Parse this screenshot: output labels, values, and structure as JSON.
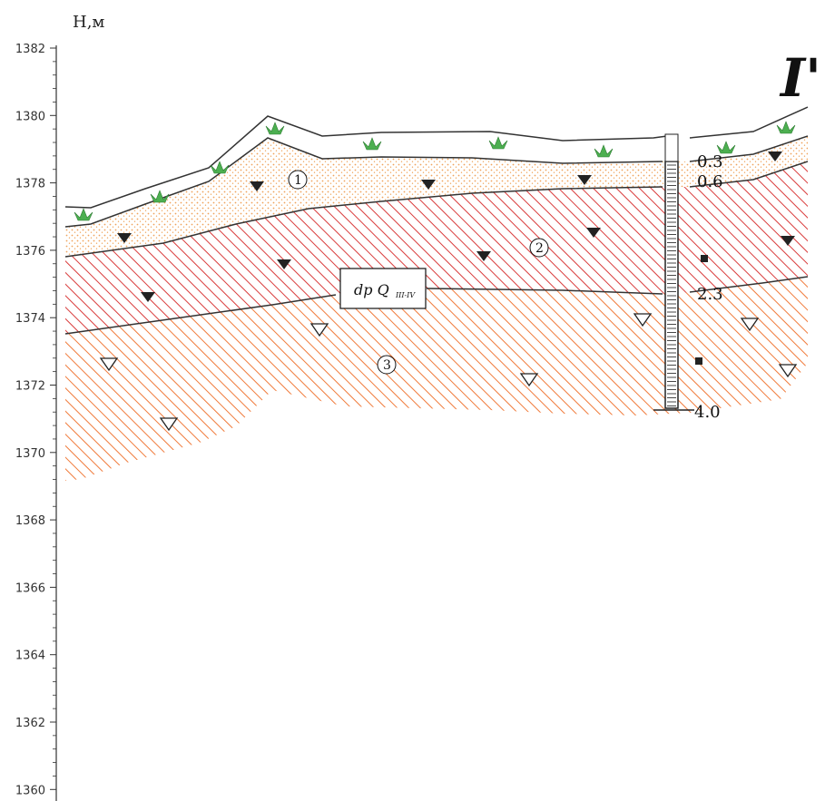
{
  "axis": {
    "title": "H,м",
    "ticks": [
      "1382",
      "1380",
      "1378",
      "1376",
      "1374",
      "1372",
      "1370",
      "1368",
      "1366",
      "1364",
      "1362",
      "1360"
    ]
  },
  "section_label": "I'",
  "age_label": {
    "main": "dp Q",
    "sub": "III-IV"
  },
  "layers": [
    {
      "number": "1",
      "fill_color": "#f0a35a",
      "pattern": "dots"
    },
    {
      "number": "2",
      "fill_color": "#d93b3b",
      "pattern": "hatch"
    },
    {
      "number": "3",
      "fill_color": "#f07a3a",
      "pattern": "hatch"
    }
  ],
  "borehole": {
    "depths": [
      "0.3",
      "0.6",
      "2.3",
      "4.0"
    ]
  },
  "colors": {
    "vegetation": "#4caf50",
    "line": "#333333"
  }
}
